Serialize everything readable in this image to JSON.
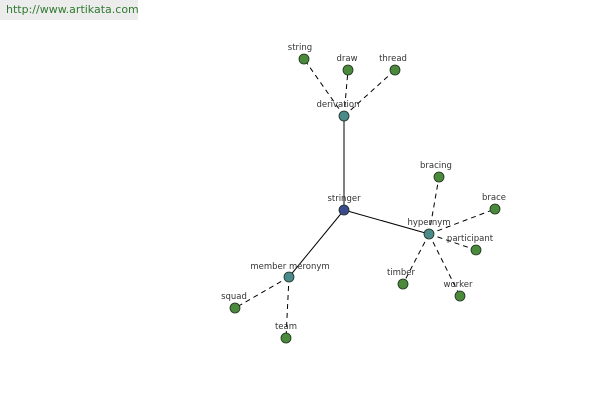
{
  "site_url": "http://www.artikata.com",
  "colors": {
    "center": "#3a4a8c",
    "relation": "#4a8a8a",
    "leaf": "#4a8a3a"
  },
  "graph": {
    "nodes": [
      {
        "id": "stringer",
        "label": "stringer",
        "kind": "center"
      },
      {
        "id": "derivation",
        "label": "derivation",
        "kind": "relation"
      },
      {
        "id": "hypernym",
        "label": "hypernym",
        "kind": "relation"
      },
      {
        "id": "member-meronym",
        "label": "member meronym",
        "kind": "relation"
      },
      {
        "id": "string",
        "label": "string",
        "kind": "leaf"
      },
      {
        "id": "draw",
        "label": "draw",
        "kind": "leaf"
      },
      {
        "id": "thread",
        "label": "thread",
        "kind": "leaf"
      },
      {
        "id": "bracing",
        "label": "bracing",
        "kind": "leaf"
      },
      {
        "id": "brace",
        "label": "brace",
        "kind": "leaf"
      },
      {
        "id": "participant",
        "label": "participant",
        "kind": "leaf"
      },
      {
        "id": "timber",
        "label": "timber",
        "kind": "leaf"
      },
      {
        "id": "worker",
        "label": "worker",
        "kind": "leaf"
      },
      {
        "id": "squad",
        "label": "squad",
        "kind": "leaf"
      },
      {
        "id": "team",
        "label": "team",
        "kind": "leaf"
      }
    ],
    "edges": [
      {
        "from": "stringer",
        "to": "derivation",
        "style": "solid"
      },
      {
        "from": "stringer",
        "to": "hypernym",
        "style": "solid"
      },
      {
        "from": "stringer",
        "to": "member-meronym",
        "style": "solid"
      },
      {
        "from": "derivation",
        "to": "string",
        "style": "dashed"
      },
      {
        "from": "derivation",
        "to": "draw",
        "style": "dashed"
      },
      {
        "from": "derivation",
        "to": "thread",
        "style": "dashed"
      },
      {
        "from": "hypernym",
        "to": "bracing",
        "style": "dashed"
      },
      {
        "from": "hypernym",
        "to": "brace",
        "style": "dashed"
      },
      {
        "from": "hypernym",
        "to": "participant",
        "style": "dashed"
      },
      {
        "from": "hypernym",
        "to": "timber",
        "style": "dashed"
      },
      {
        "from": "hypernym",
        "to": "worker",
        "style": "dashed"
      },
      {
        "from": "member-meronym",
        "to": "squad",
        "style": "dashed"
      },
      {
        "from": "member-meronym",
        "to": "team",
        "style": "dashed"
      }
    ]
  }
}
